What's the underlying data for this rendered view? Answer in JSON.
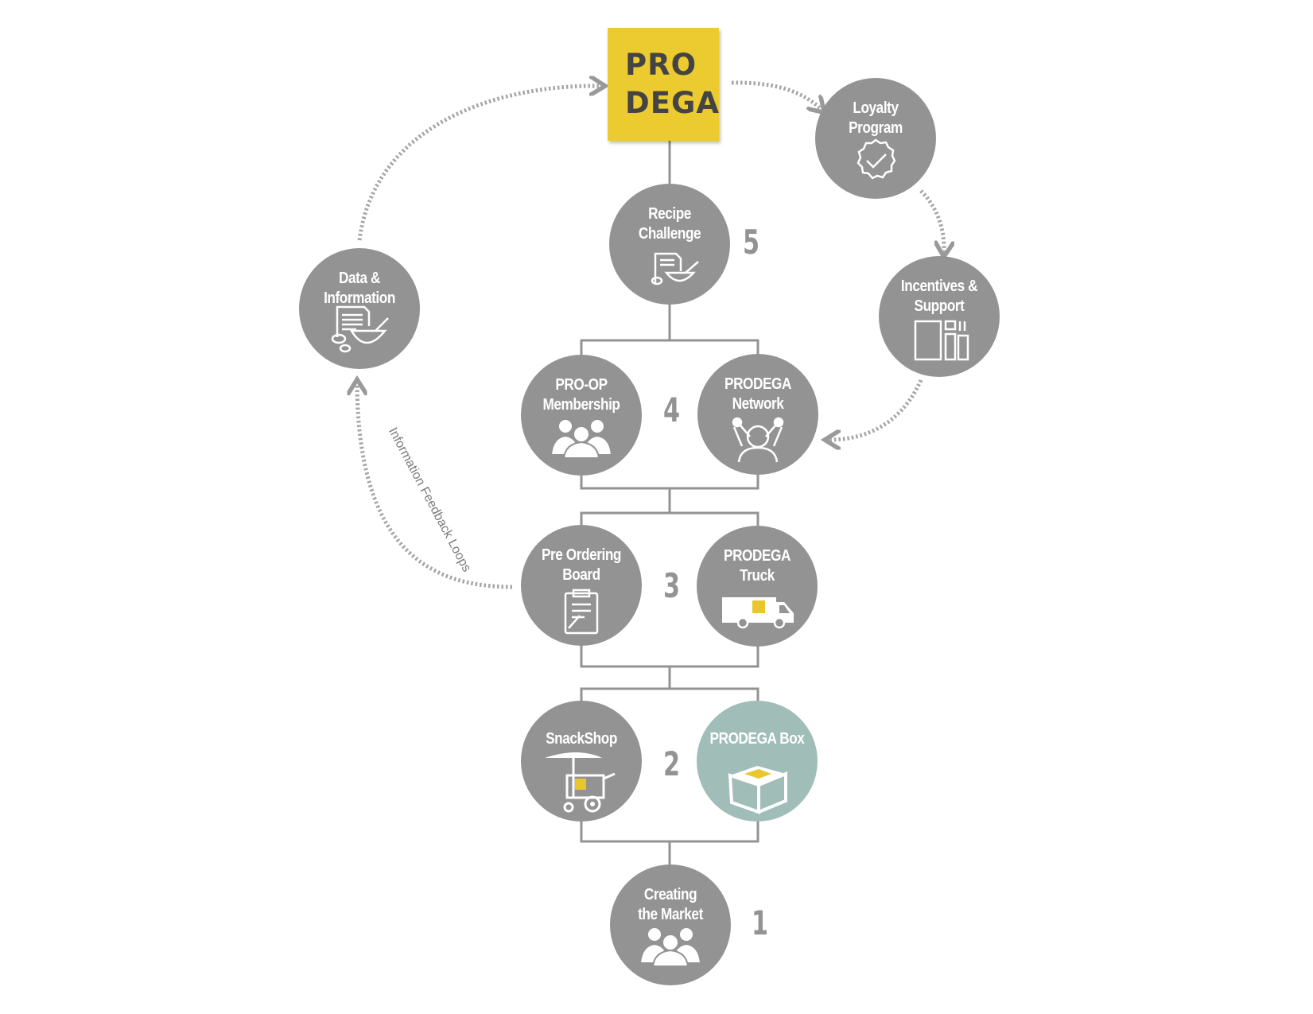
{
  "logo": {
    "line1": "PRO",
    "line2": "DEGA"
  },
  "nodes": {
    "recipe_challenge": {
      "line1": "Recipe",
      "line2": "Challenge"
    },
    "loyalty_program": {
      "line1": "Loyalty",
      "line2": "Program"
    },
    "incentives_support": {
      "line1": "Incentives &",
      "line2": "Support"
    },
    "data_information": {
      "line1": "Data &",
      "line2": "Information"
    },
    "pro_op_membership": {
      "line1": "PRO-OP",
      "line2": "Membership"
    },
    "prodega_network": {
      "line1": "PRODEGA",
      "line2": "Network"
    },
    "pre_ordering_board": {
      "line1": "Pre Ordering",
      "line2": "Board"
    },
    "prodega_truck": {
      "line1": "PRODEGA",
      "line2": "Truck"
    },
    "snackshop": {
      "line1": "SnackShop"
    },
    "prodega_box": {
      "line1": "PRODEGA Box"
    },
    "creating_market": {
      "line1": "Creating",
      "line2": "the Market"
    }
  },
  "steps": {
    "s1": "1",
    "s2": "2",
    "s3": "3",
    "s4": "4",
    "s5": "5"
  },
  "loop_label": "Information Feedback Loops",
  "colors": {
    "node_gray": "#939393",
    "logo_yellow": "#ebcb2f",
    "box_teal": "#a1bdb7",
    "accent_yellow": "#e9c72c"
  }
}
